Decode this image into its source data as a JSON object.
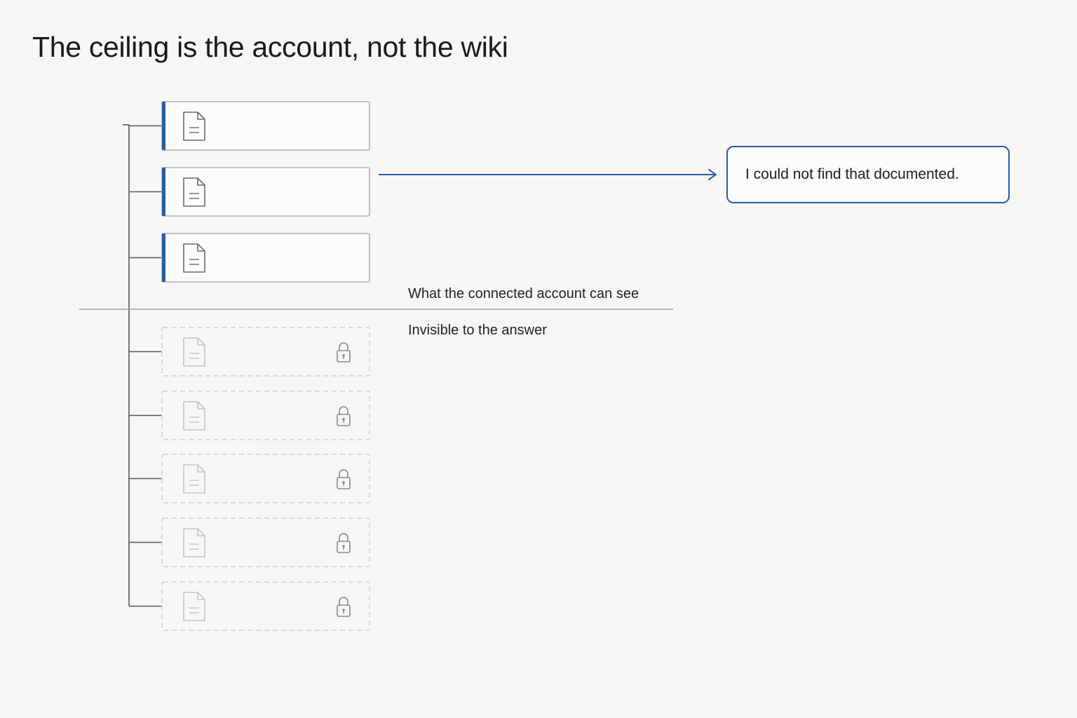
{
  "title": "The ceiling is the account, not the wiki",
  "visible_documents": [
    {
      "icon": "document-icon",
      "access": "visible"
    },
    {
      "icon": "document-icon",
      "access": "visible"
    },
    {
      "icon": "document-icon",
      "access": "visible"
    }
  ],
  "hidden_documents": [
    {
      "icon": "document-icon",
      "access": "locked",
      "badge_icon": "lock-icon"
    },
    {
      "icon": "document-icon",
      "access": "locked",
      "badge_icon": "lock-icon"
    },
    {
      "icon": "document-icon",
      "access": "locked",
      "badge_icon": "lock-icon"
    },
    {
      "icon": "document-icon",
      "access": "locked",
      "badge_icon": "lock-icon"
    },
    {
      "icon": "document-icon",
      "access": "locked",
      "badge_icon": "lock-icon"
    }
  ],
  "boundary": {
    "above_label": "What the connected account can see",
    "below_label": "Invisible to the answer"
  },
  "answer": {
    "text": "I could not find that documented."
  },
  "colors": {
    "accent": "#2b5aa8",
    "tree_line": "#555555",
    "visible_border": "#b0b0b0",
    "hidden_border": "#cfcfcf",
    "background": "#f7f6f4"
  }
}
